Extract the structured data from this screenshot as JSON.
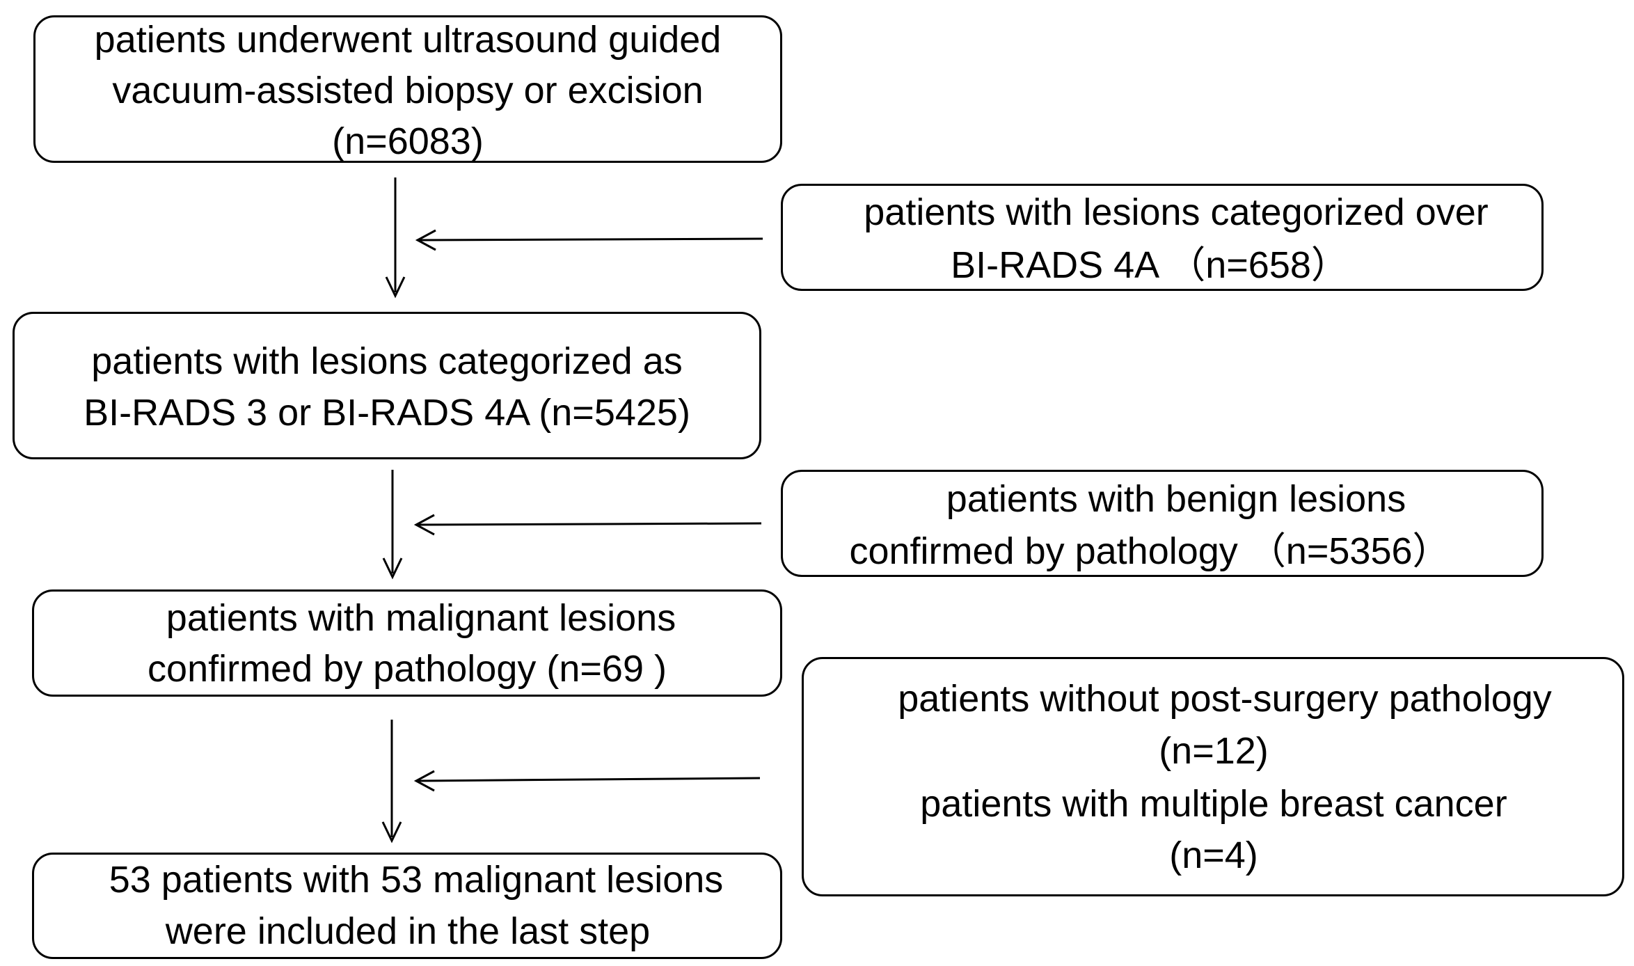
{
  "main_boxes": [
    {
      "id": "initial-cohort",
      "lines": [
        "patients underwent ultrasound guided",
        "vacuum-assisted biopsy or excision",
        "(n=6083)"
      ]
    },
    {
      "id": "birads-3-4a",
      "lines": [
        "patients with lesions categorized as",
        "BI-RADS 3 or BI-RADS 4A (n=5425)"
      ]
    },
    {
      "id": "malignant-confirmed",
      "lines": [
        "patients with  malignant lesions",
        "confirmed by pathology  (n=69 )"
      ]
    },
    {
      "id": "final-included",
      "lines": [
        "53 patients with  53 malignant lesions",
        "were included in the last step"
      ]
    }
  ],
  "exclusion_boxes": [
    {
      "id": "over-4a",
      "lines": [
        "patients with  lesions categorized over",
        "BI-RADS 4A （n=658）"
      ]
    },
    {
      "id": "benign",
      "lines": [
        "patients with  benign lesions",
        "confirmed by pathology （n=5356）"
      ]
    },
    {
      "id": "other-exclusions",
      "lines": [
        "patients without post-surgery pathology",
        "(n=12)",
        "patients with multiple breast cancer",
        "(n=4)"
      ]
    }
  ]
}
